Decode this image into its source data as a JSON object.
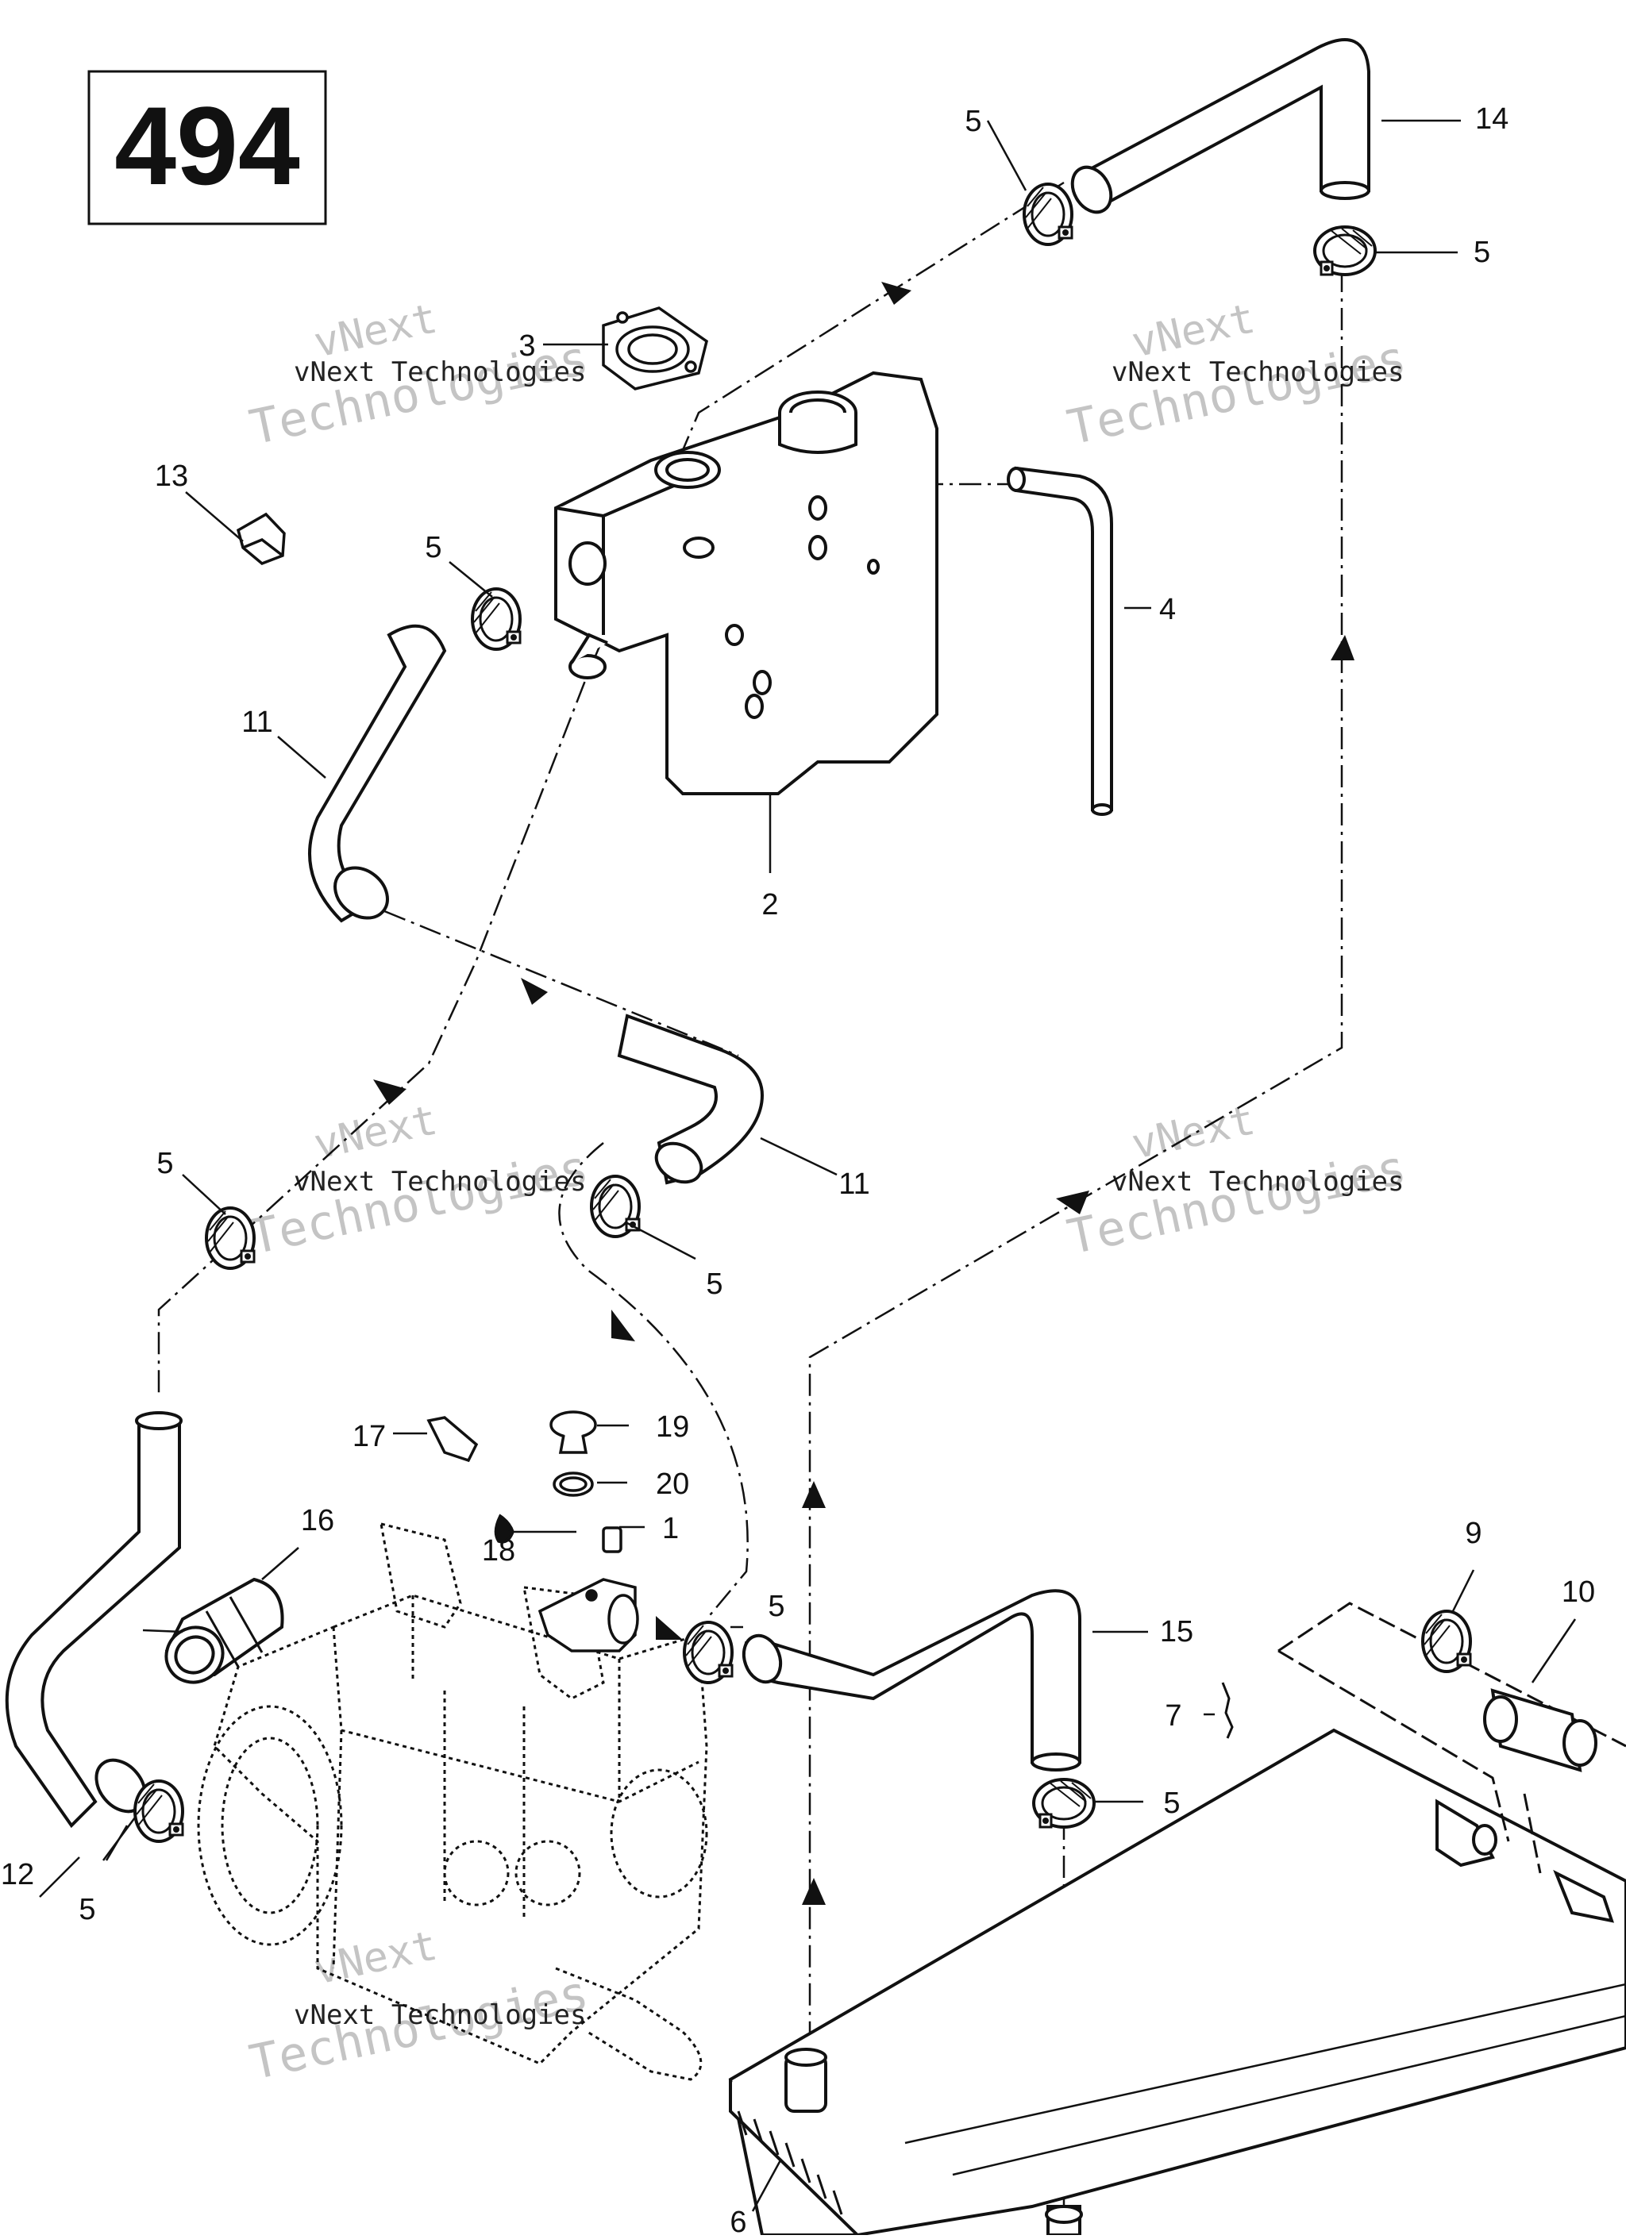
{
  "page_number": "494",
  "watermark": {
    "title_line": "vNext Technologies",
    "ghost_1": "vNext",
    "ghost_2": "Technologies"
  },
  "callouts": [
    "1",
    "2",
    "3",
    "4",
    "5",
    "6",
    "7",
    "9",
    "10",
    "11",
    "12",
    "13",
    "14",
    "15",
    "16",
    "17",
    "18",
    "19",
    "20"
  ],
  "colors": {
    "line": "#111111",
    "watermark": "#bdbdbd",
    "background": "#ffffff"
  }
}
